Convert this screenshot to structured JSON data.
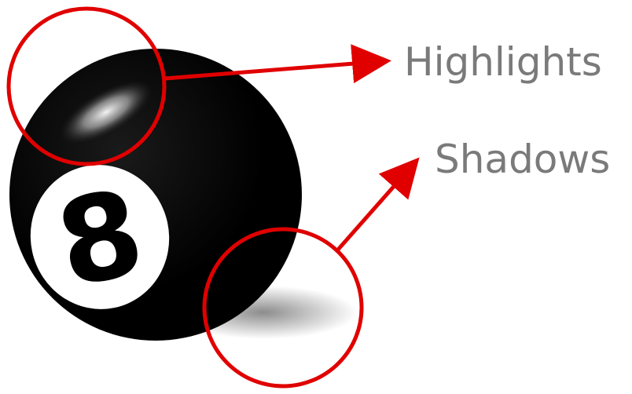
{
  "ball": {
    "number": "8",
    "body_color": "#000000",
    "number_disc_color": "#ffffff"
  },
  "callouts": {
    "highlights_label": "Highlights",
    "shadows_label": "Shadows",
    "circle_color": "#e00000",
    "arrow_color": "#e00000",
    "label_color": "#7a7a7a"
  }
}
